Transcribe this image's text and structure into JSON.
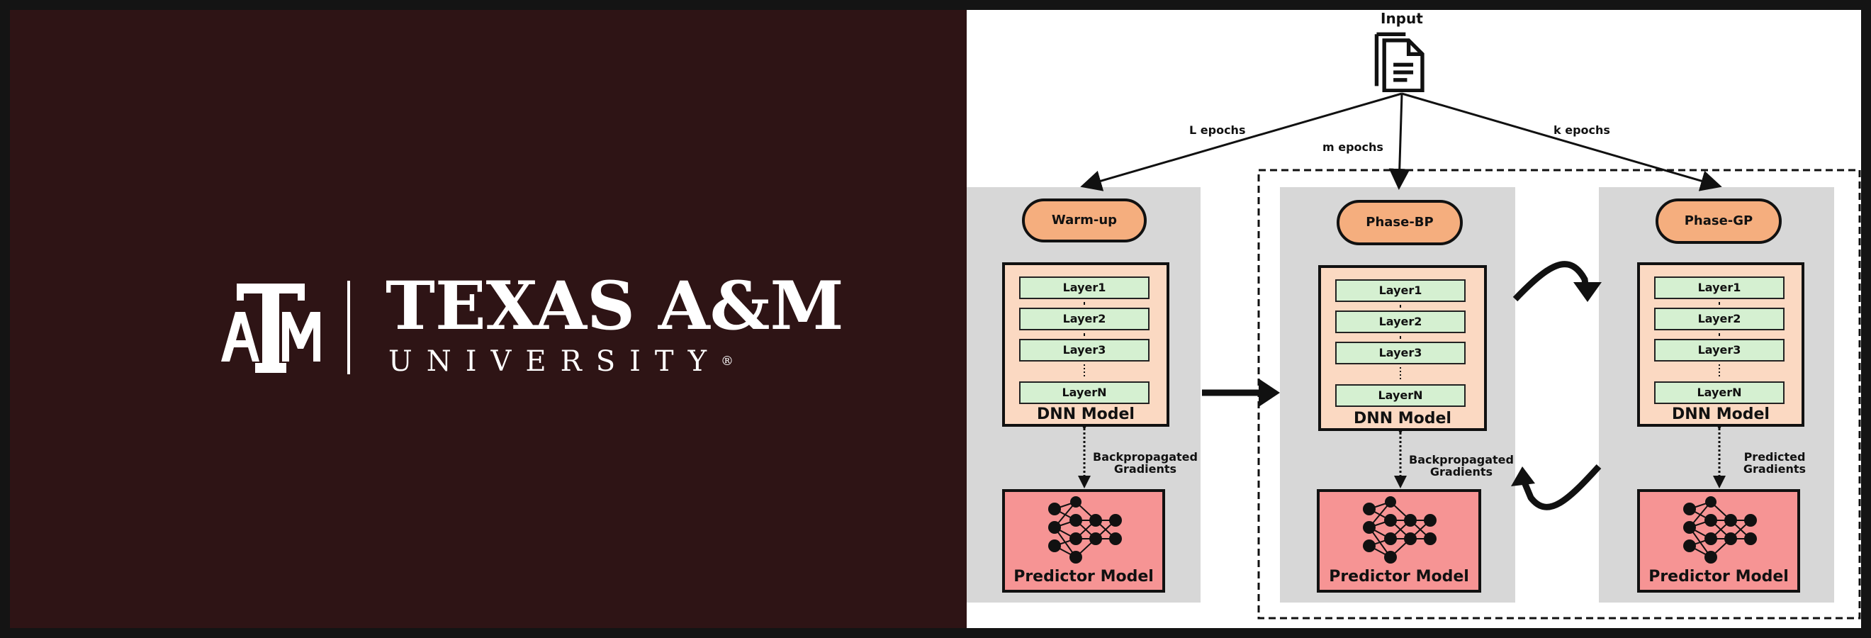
{
  "branding": {
    "logo_monogram": "ATM",
    "wordmark_main": "TEXAS A&M",
    "wordmark_sub": "UNIVERSITY",
    "registered_mark": "®",
    "background_color": "#2e1415"
  },
  "diagram": {
    "input_label": "Input",
    "epochs": {
      "l": "L epochs",
      "m": "m epochs",
      "k": "k epochs"
    },
    "phases": [
      {
        "name": "Warm-up",
        "layers": [
          "Layer1",
          "Layer2",
          "Layer3",
          "LayerN"
        ],
        "model_label": "DNN Model",
        "predictor_label": "Predictor Model",
        "gradient_label_line1": "Backpropagated",
        "gradient_label_line2": "Gradients"
      },
      {
        "name": "Phase-BP",
        "layers": [
          "Layer1",
          "Layer2",
          "Layer3",
          "LayerN"
        ],
        "model_label": "DNN Model",
        "predictor_label": "Predictor Model",
        "gradient_label_line1": "Backpropagated",
        "gradient_label_line2": "Gradients"
      },
      {
        "name": "Phase-GP",
        "layers": [
          "Layer1",
          "Layer2",
          "Layer3",
          "LayerN"
        ],
        "model_label": "DNN Model",
        "predictor_label": "Predictor Model",
        "gradient_label_line1": "Predicted",
        "gradient_label_line2": "Gradients"
      }
    ],
    "colors": {
      "phase_pill": "#f5ae7e",
      "dnn_box": "#fbd9c2",
      "layer": "#d5f0d1",
      "predictor_box": "#f69494",
      "column_bg": "#d7d7d7"
    },
    "icons": [
      "document-icon",
      "neural-network-icon",
      "arrow-right-icon",
      "curved-arrow-icon"
    ]
  }
}
